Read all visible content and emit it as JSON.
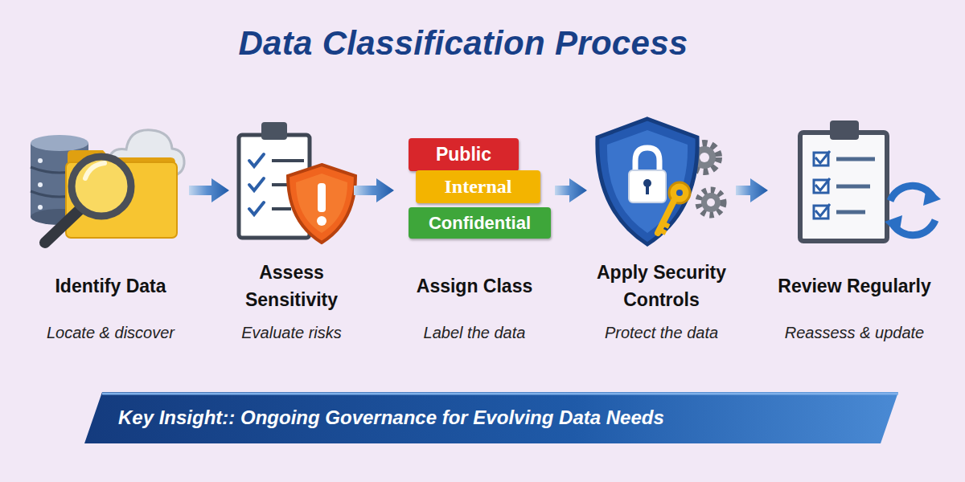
{
  "diagram": {
    "title": "Data Classification Process",
    "nodes": [
      {
        "text": [
          "Identify Data",
          "Locate & discover"
        ]
      },
      {
        "text": [
          "Assess Sensitivity",
          "Evaluate risks"
        ]
      },
      {
        "text": [
          "Assign Class",
          "Label the data"
        ]
      },
      {
        "text": [
          "Public"
        ],
        "in": 2
      },
      {
        "text": [
          "Internal"
        ],
        "in": 2
      },
      {
        "text": [
          "Confidential"
        ],
        "in": 2
      },
      {
        "text": [
          "Apply Security Controls",
          "Protect the data"
        ]
      },
      {
        "text": [
          "Review Regularly",
          "Reassess & update"
        ]
      },
      {
        "text": [
          "Key Insight:: Ongoing Governance for Evolving Data Needs"
        ]
      }
    ],
    "edges": [
      {
        "from": 0,
        "to": 1,
        "arrow": "to"
      },
      {
        "from": 1,
        "to": 2,
        "arrow": "to"
      },
      {
        "from": 2,
        "to": 6,
        "arrow": "to"
      },
      {
        "from": 6,
        "to": 7,
        "arrow": "to"
      }
    ]
  }
}
